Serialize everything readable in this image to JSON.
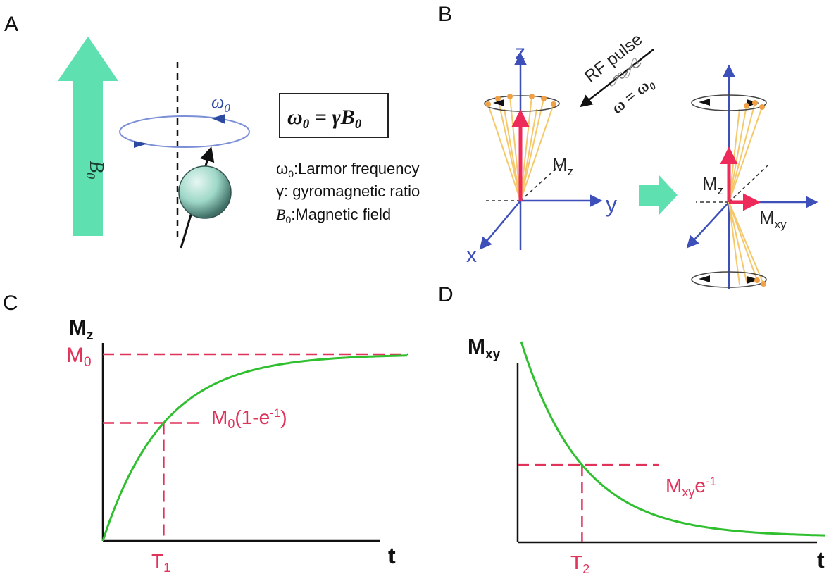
{
  "panels": {
    "a": "A",
    "b": "B",
    "c": "C",
    "d": "D"
  },
  "panel_a": {
    "field_symbol": "B",
    "field_subscript": "0",
    "omega_symbol": "ω",
    "omega_subscript": "0",
    "equation": {
      "lhs": "ω",
      "lhs_sub": "0",
      "eq": " = ",
      "rhs": "γB",
      "rhs_sub": "0"
    },
    "legend": [
      {
        "sym": "ω",
        "sub": "0",
        "text": ":Larmor frequency"
      },
      {
        "sym": "γ",
        "sub": "",
        "text": ": gyromagnetic ratio"
      },
      {
        "sym": "B",
        "sub": "0",
        "text": ":Magnetic field"
      }
    ],
    "colors": {
      "field_arrow": "#5fe0b0",
      "orbit": "#7b8fd6",
      "orbit_arrow": "#2b4aa0",
      "sphere": "#9fd8c8"
    }
  },
  "panel_b": {
    "axis_z": "z",
    "axis_y": "y",
    "axis_x": "x",
    "rf_label": "RF pulse",
    "rf_omega": "ω = ω",
    "rf_omega_sub": "0",
    "mz_label": "M",
    "mz_sub": "z",
    "mz_label_right": "M",
    "mz_sub_right": "z",
    "mxy_label": "M",
    "mxy_sub": "xy",
    "colors": {
      "axis": "#3d4fb8",
      "cone": "#f5c86b",
      "vector": "#ee2a5a",
      "transition_arrow": "#5fe0b0"
    }
  },
  "chart_data": [
    {
      "type": "line",
      "panel": "C",
      "ylabel": "M",
      "ylabel_sub": "z",
      "xlabel": "t",
      "series": [
        {
          "function": "M0*(1-exp(-t/T1))",
          "x": [
            0,
            0.5,
            1,
            1.5,
            2,
            3,
            4,
            5
          ],
          "values": [
            0,
            0.39,
            0.63,
            0.78,
            0.86,
            0.95,
            0.98,
            0.99
          ]
        }
      ],
      "annotations": {
        "asymptote": "M",
        "asymptote_sub": "0",
        "level_prefix": "M",
        "level_sub": "0",
        "level_text": "(1-e",
        "level_sup": "-1",
        "level_close": ")",
        "time_label": "T",
        "time_sub": "1"
      },
      "colors": {
        "curve": "#2fbf2f",
        "guide": "#e0335a"
      }
    },
    {
      "type": "line",
      "panel": "D",
      "ylabel": "M",
      "ylabel_sub": "xy",
      "xlabel": "t",
      "series": [
        {
          "function": "Mxy*exp(-t/T2)",
          "x": [
            0,
            0.5,
            1,
            1.5,
            2,
            3,
            4,
            5
          ],
          "values": [
            1,
            0.61,
            0.37,
            0.22,
            0.14,
            0.05,
            0.02,
            0.01
          ]
        }
      ],
      "annotations": {
        "level_prefix": "M",
        "level_sub": "xy",
        "level_text": "e",
        "level_sup": "-1",
        "time_label": "T",
        "time_sub": "2"
      },
      "colors": {
        "curve": "#2fbf2f",
        "guide": "#e0335a"
      }
    }
  ]
}
